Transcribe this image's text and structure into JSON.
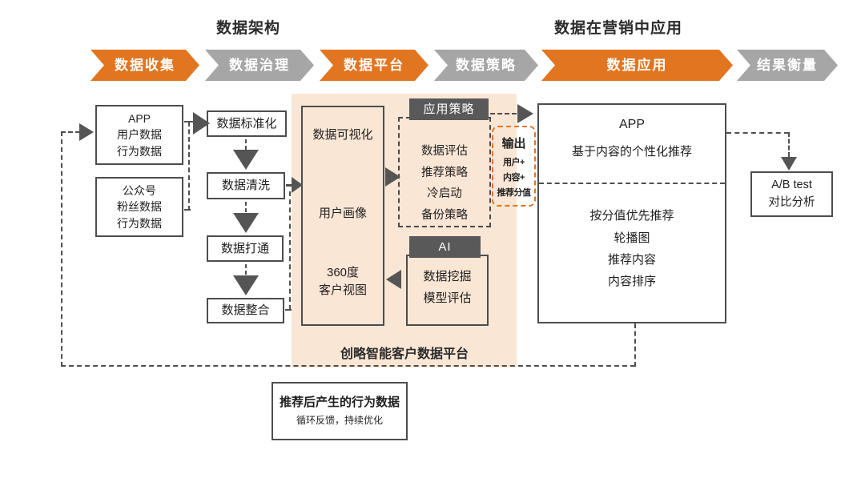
{
  "colors": {
    "accent_orange": "#E2751F",
    "chevron_gray": "#A6A6A6",
    "tab_dark": "#595959",
    "box_border": "#4D4D4D",
    "panel_peach": "#FAE6D5",
    "output_border_orange": "#E2751F"
  },
  "headers": {
    "architecture": "数据架构",
    "marketing": "数据在营销中应用"
  },
  "chevrons": [
    {
      "label": "数据收集",
      "color": "orange"
    },
    {
      "label": "数据治理",
      "color": "gray"
    },
    {
      "label": "数据平台",
      "color": "orange"
    },
    {
      "label": "数据策略",
      "color": "gray"
    },
    {
      "label": "数据应用",
      "color": "orange"
    },
    {
      "label": "结果衡量",
      "color": "gray"
    }
  ],
  "sources": {
    "app_box": {
      "line1": "APP",
      "line2": "用户数据",
      "line3": "行为数据"
    },
    "wechat_box": {
      "line1": "公众号",
      "line2": "粉丝数据",
      "line3": "行为数据"
    }
  },
  "governance": {
    "step1": "数据标准化",
    "step2": "数据清洗",
    "step3": "数据打通",
    "step4": "数据整合"
  },
  "platform": {
    "item1": "数据可视化",
    "item2": "用户画像",
    "item3_line1": "360度",
    "item3_line2": "客户视图",
    "caption": "创略智能客户数据平台"
  },
  "strategy": {
    "tab": "应用策略",
    "line1": "数据评估",
    "line2": "推荐策略",
    "line3": "冷启动",
    "line4": "备份策略"
  },
  "ai": {
    "tab": "AI",
    "line1": "数据挖掘",
    "line2": "模型评估"
  },
  "output": {
    "title": "输出",
    "line1": "用户+",
    "line2": "内容+",
    "line3": "推荐分值"
  },
  "app_panel": {
    "title": "APP",
    "subtitle": "基于内容的个性化推荐",
    "item1": "按分值优先推荐",
    "item2": "轮播图",
    "item3": "推荐内容",
    "item4": "内容排序"
  },
  "ab_test": {
    "line1": "A/B test",
    "line2": "对比分析"
  },
  "feedback": {
    "title": "推荐后产生的行为数据",
    "subtitle": "循环反馈，持续优化"
  }
}
